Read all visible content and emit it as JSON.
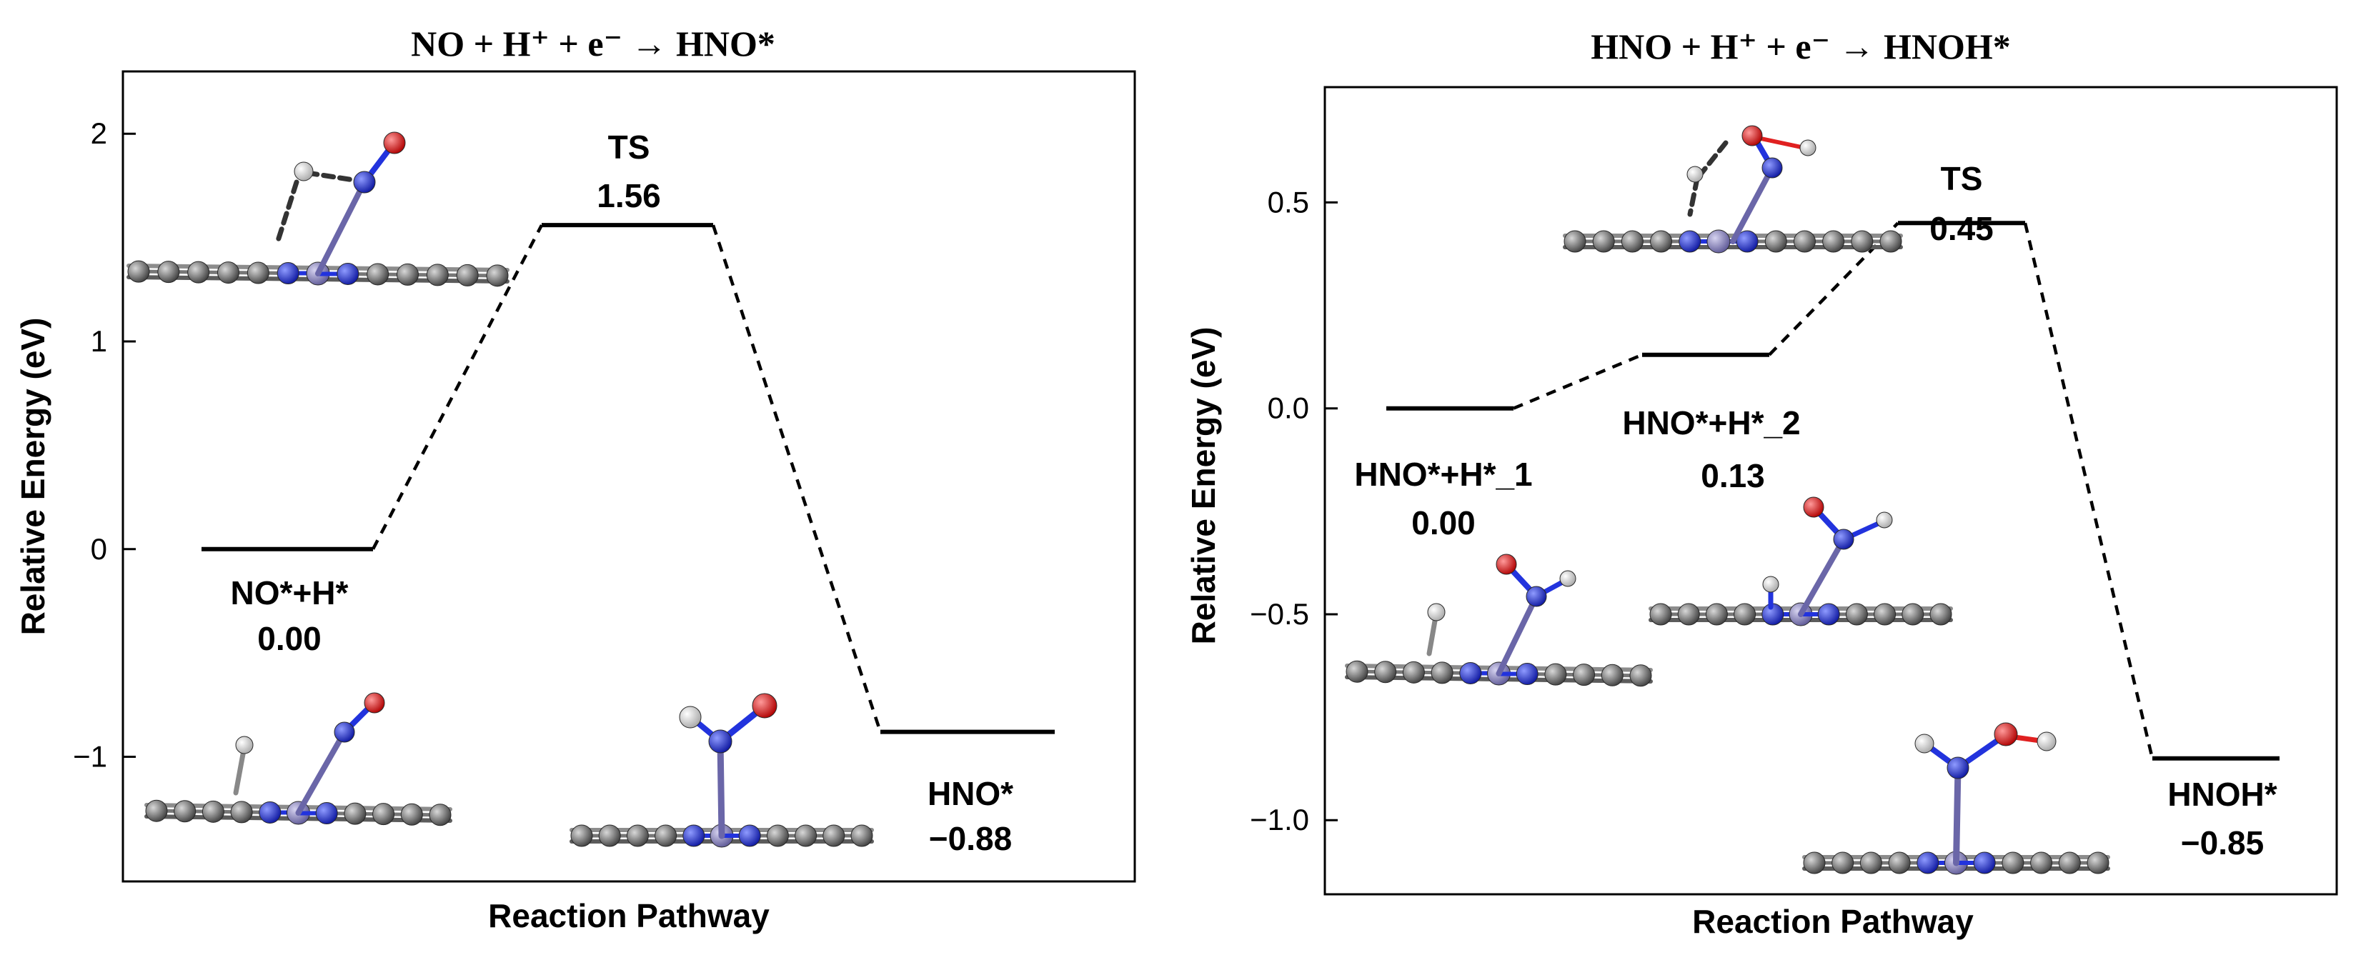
{
  "chart_data": [
    {
      "type": "line",
      "title": "NO + H⁺ + e⁻ → HNO*",
      "xlabel": "Reaction Pathway",
      "ylabel": "Relative Energy (eV)",
      "ylim": [
        -1.6,
        2.3
      ],
      "yticks": [
        -1,
        0,
        1,
        2
      ],
      "ytick_labels": [
        "−1",
        "0",
        "1",
        "2"
      ],
      "grid": false,
      "states": [
        {
          "name": "NO*+H*",
          "value": 0.0,
          "value_label": "0.00",
          "position": 1
        },
        {
          "name": "TS",
          "value": 1.56,
          "value_label": "1.56",
          "position": 2
        },
        {
          "name": "HNO*",
          "value": -0.88,
          "value_label": "−0.88",
          "position": 3
        }
      ],
      "structures": [
        "initial-state",
        "final-state",
        "transition-state"
      ]
    },
    {
      "type": "line",
      "title": "HNO + H⁺ + e⁻ → HNOH*",
      "xlabel": "Reaction Pathway",
      "ylabel": "Relative Energy (eV)",
      "ylim": [
        -1.18,
        0.78
      ],
      "yticks": [
        -1.0,
        -0.5,
        0.0,
        0.5
      ],
      "ytick_labels": [
        "−1.0",
        "−0.5",
        "0.0",
        "0.5"
      ],
      "grid": false,
      "states": [
        {
          "name": "HNO*+H*_1",
          "value": 0.0,
          "value_label": "0.00",
          "position": 1
        },
        {
          "name": "HNO*+H*_2",
          "value": 0.13,
          "value_label": "0.13",
          "position": 2
        },
        {
          "name": "TS",
          "value": 0.45,
          "value_label": "0.45",
          "position": 3
        },
        {
          "name": "HNOH*",
          "value": -0.85,
          "value_label": "−0.85",
          "position": 4
        }
      ],
      "structures": [
        "initial-state",
        "intermediate-state",
        "transition-state",
        "final-state"
      ]
    }
  ],
  "colors": {
    "carbon": "#6b6b6b",
    "nitrogen": "#1f2fd0",
    "metal": "#8a86b8",
    "oxygen": "#e01010",
    "hydrogen": "#ffffff",
    "line": "#000000"
  }
}
